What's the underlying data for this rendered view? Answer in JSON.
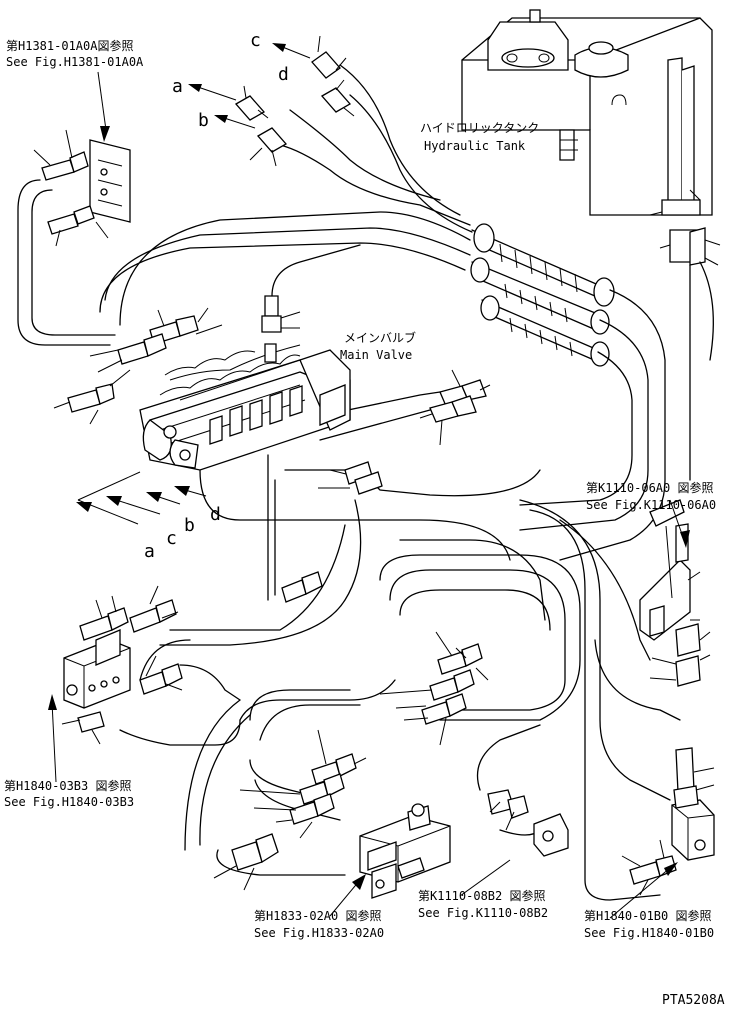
{
  "references": {
    "top_left": {
      "jp": "第H1381-01A0A図参照",
      "en": "See Fig.H1381-01A0A"
    },
    "right_mid": {
      "jp": "第K1110-06A0 図参照",
      "en": "See Fig.K1110-06A0"
    },
    "left_low": {
      "jp": "第H1840-03B3 図参照",
      "en": "See Fig.H1840-03B3"
    },
    "bottom_a": {
      "jp": "第H1833-02A0 図参照",
      "en": "See Fig.H1833-02A0"
    },
    "bottom_b": {
      "jp": "第K1110-08B2 図参照",
      "en": "See Fig.K1110-08B2"
    },
    "bottom_c": {
      "jp": "第H1840-01B0 図参照",
      "en": "See Fig.H1840-01B0"
    }
  },
  "components": {
    "hydraulic_tank": {
      "jp": "ハイドロリックタンク",
      "en": "Hydraulic Tank"
    },
    "main_valve": {
      "jp": "メインバルブ",
      "en": "Main Valve"
    }
  },
  "line_markers": {
    "top": [
      "c",
      "d",
      "a",
      "b"
    ],
    "left": [
      "a",
      "c",
      "b",
      "d"
    ]
  },
  "drawing_code": "PTA5208A"
}
